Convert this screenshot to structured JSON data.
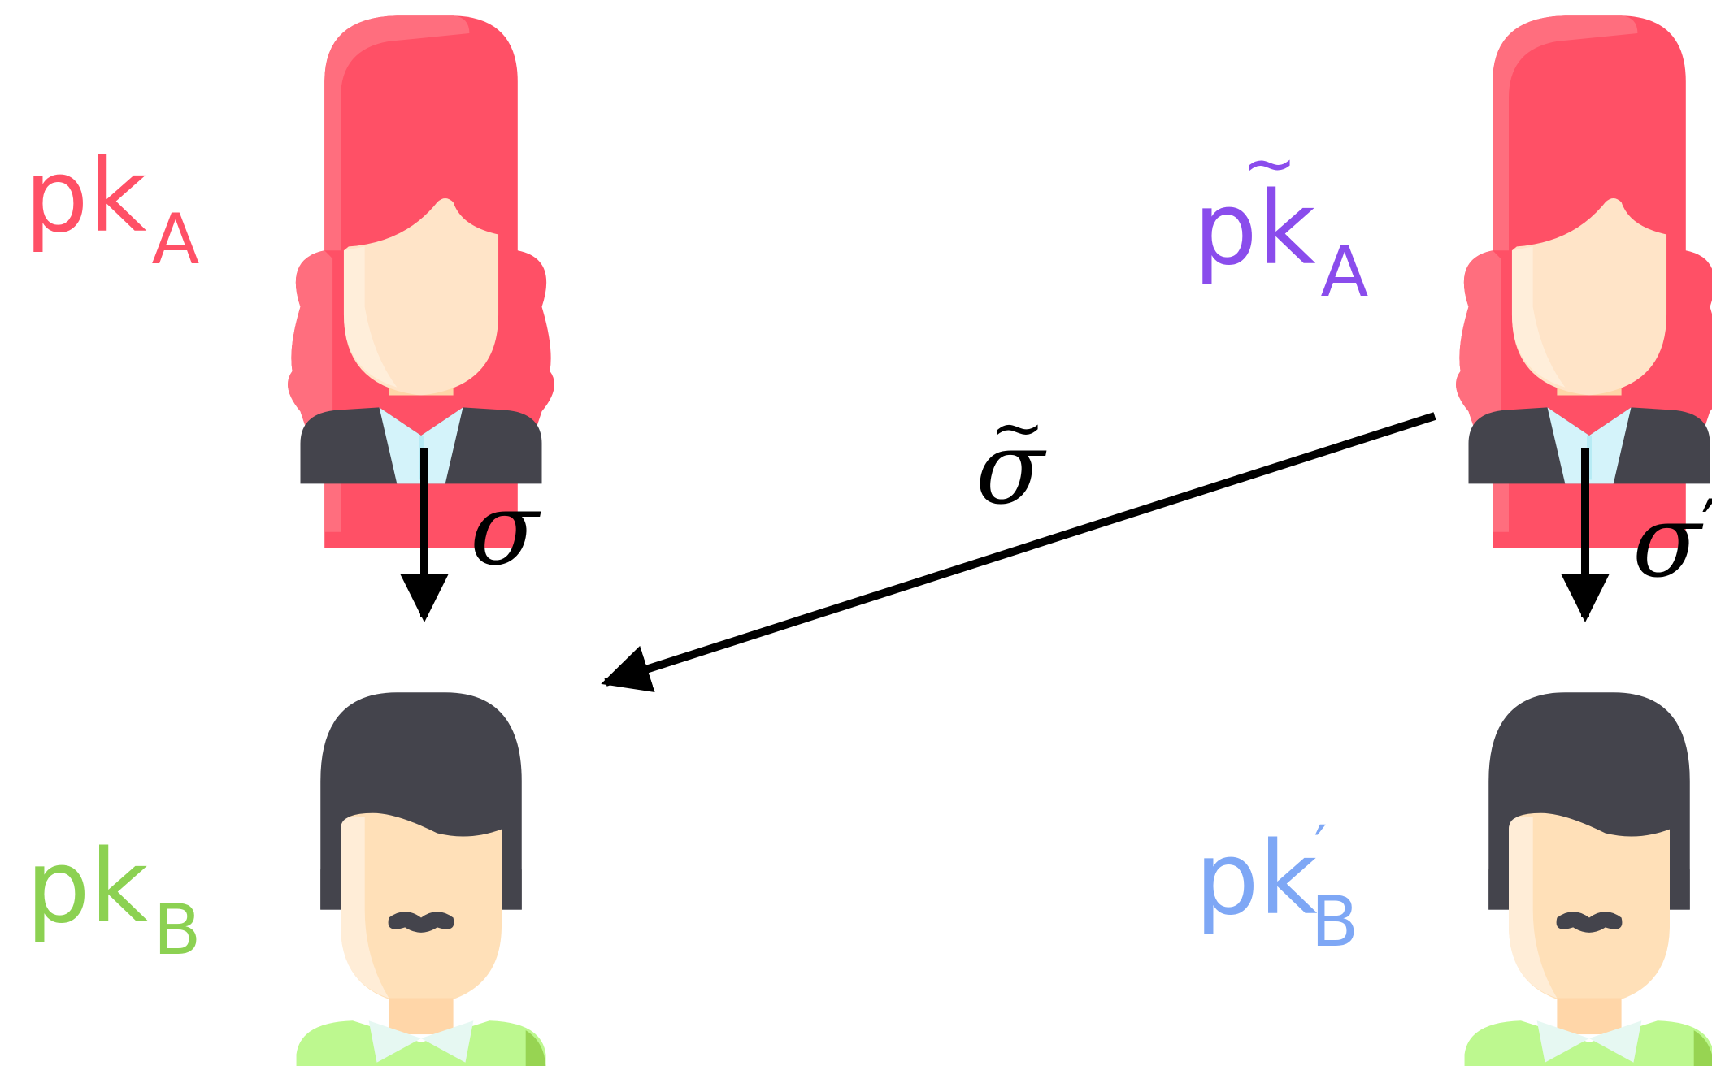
{
  "nodes": {
    "alice_1": {
      "key": "pk",
      "sub": "A",
      "tilde": "",
      "prime": "",
      "color": "#ff5066",
      "avatar": "woman-avatar"
    },
    "alice_2": {
      "key": "pk",
      "sub": "A",
      "tilde": "~",
      "prime": "",
      "color": "#8a4cec",
      "avatar": "woman-avatar"
    },
    "bob_1": {
      "key": "pk",
      "sub": "B",
      "tilde": "",
      "prime": "",
      "color": "#8cd152",
      "avatar": "man-avatar"
    },
    "bob_2": {
      "key": "pk",
      "sub": "B",
      "tilde": "",
      "prime": "′",
      "color": "#7ea7f5",
      "avatar": "man-avatar"
    }
  },
  "edges": {
    "sigma": {
      "label": "σ",
      "tilde": "",
      "prime": ""
    },
    "sigma_tilde": {
      "label": "σ",
      "tilde": "~",
      "prime": ""
    },
    "sigma_prime": {
      "label": "σ",
      "tilde": "",
      "prime": "′"
    }
  },
  "colors": {
    "hair": "#ff5066",
    "hair_light": "#ff6e7e",
    "skin": "#ffe4c8",
    "skin_shadow": "#ffd6a8",
    "jacket": "#44444c",
    "shirt": "#d4f3fa",
    "man_hair": "#44444c",
    "sweater": "#bdf88f",
    "sweater_dark": "#97d452",
    "arrow": "#000000"
  }
}
